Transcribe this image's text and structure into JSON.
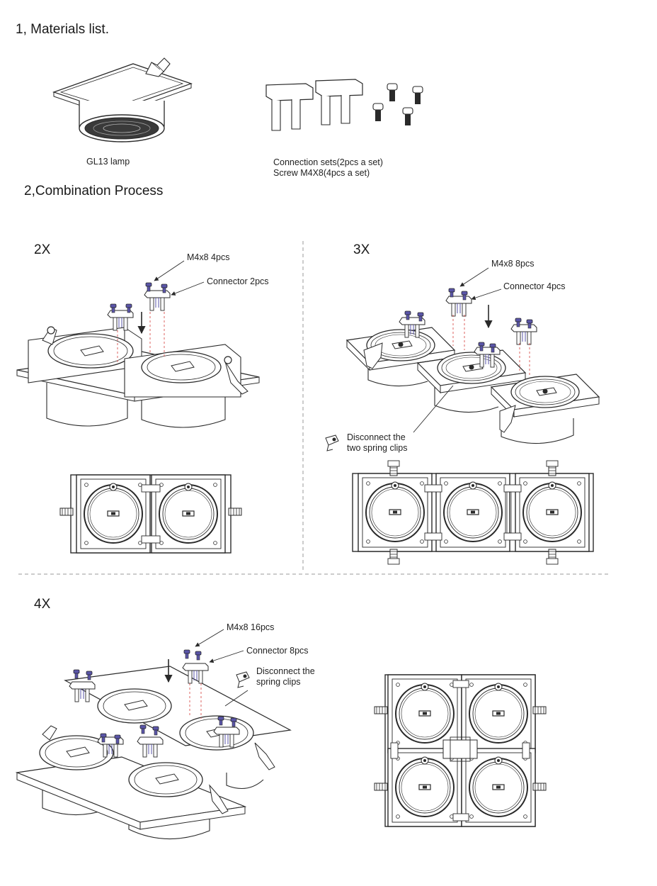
{
  "materials": {
    "heading": "1, Materials list.",
    "lamp_label": "GL13 lamp",
    "connection_label": "Connection sets(2pcs a set)",
    "screw_label": "Screw M4X8(4pcs a set)"
  },
  "process": {
    "heading": "2,Combination Process"
  },
  "combo_2x": {
    "title": "2X",
    "screw_note": "M4x8 4pcs",
    "connector_note": "Connector 2pcs"
  },
  "combo_3x": {
    "title": "3X",
    "screw_note": "M4x8 8pcs",
    "connector_note": "Connector 4pcs",
    "clip_note_1": "Disconnect the",
    "clip_note_2": "two spring clips"
  },
  "combo_4x": {
    "title": "4X",
    "screw_note": "M4x8  16pcs",
    "connector_note": "Connector 8pcs",
    "clip_note_1": "Disconnect the",
    "clip_note_2": "spring clips"
  },
  "colors": {
    "line": "#2a2a2a",
    "hardware": "#5a55a8",
    "guide": "#d9534f",
    "divider": "#9a9a9a"
  }
}
